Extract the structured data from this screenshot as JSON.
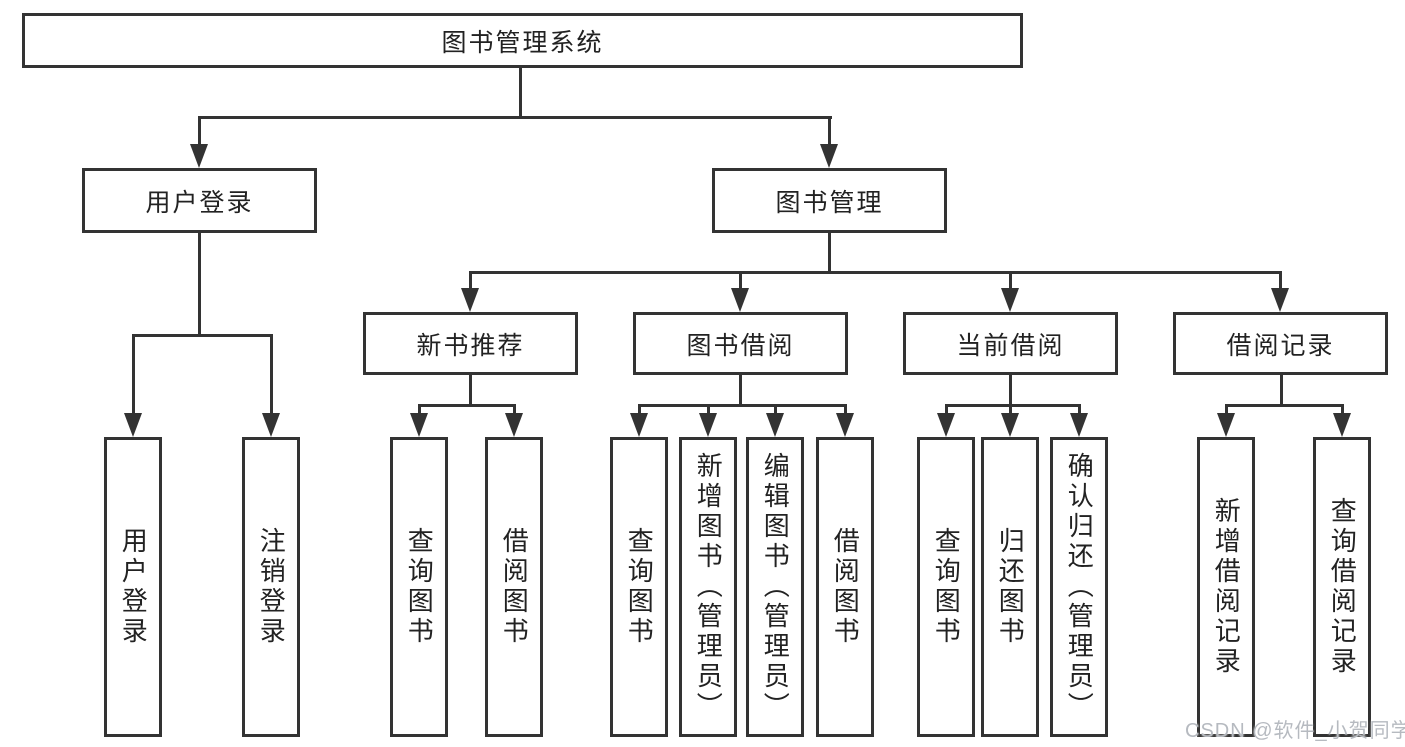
{
  "title": "图书管理系统",
  "colors": {
    "line": "#333333",
    "text": "#222222",
    "background": "#ffffff",
    "watermark": "#b6bac0"
  },
  "tree": {
    "root": {
      "label": "图书管理系统"
    },
    "branches": [
      {
        "label": "用户登录",
        "children": [
          {
            "label": "用户登录"
          },
          {
            "label": "注销登录"
          }
        ]
      },
      {
        "label": "图书管理",
        "children": [
          {
            "label": "新书推荐",
            "children": [
              {
                "label": "查询图书"
              },
              {
                "label": "借阅图书"
              }
            ]
          },
          {
            "label": "图书借阅",
            "children": [
              {
                "label": "查询图书"
              },
              {
                "label": "新增图书（管理员）"
              },
              {
                "label": "编辑图书（管理员）"
              },
              {
                "label": "借阅图书"
              }
            ]
          },
          {
            "label": "当前借阅",
            "children": [
              {
                "label": "查询图书"
              },
              {
                "label": "归还图书"
              },
              {
                "label": "确认归还（管理员）"
              }
            ]
          },
          {
            "label": "借阅记录",
            "children": [
              {
                "label": "新增借阅记录"
              },
              {
                "label": "查询借阅记录"
              }
            ]
          }
        ]
      }
    ]
  },
  "watermark": "CSDN @软件_小贺同学"
}
